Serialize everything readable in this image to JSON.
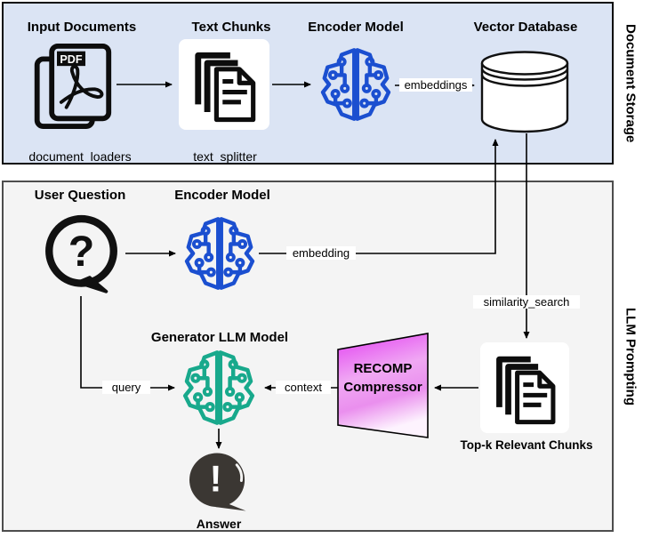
{
  "storage": {
    "side_label": "Document Storage",
    "input_documents": {
      "title": "Input Documents",
      "caption": "document_loaders",
      "pdf_badge": "PDF"
    },
    "text_chunks": {
      "title": "Text Chunks",
      "caption": "text_splitter"
    },
    "encoder": {
      "title": "Encoder Model"
    },
    "vector_db": {
      "title": "Vector Database"
    },
    "edge_embeddings": "embeddings"
  },
  "prompting": {
    "side_label": "LLM Prompting",
    "user_question": {
      "title": "User Question",
      "glyph": "?"
    },
    "encoder": {
      "title": "Encoder Model"
    },
    "generator": {
      "title": "Generator LLM Model"
    },
    "compressor": {
      "line1": "RECOMP",
      "line2": "Compressor"
    },
    "top_k": {
      "title": "Top-k Relevant Chunks"
    },
    "answer": {
      "title": "Answer",
      "glyph": "!"
    },
    "edge_embedding": "embedding",
    "edge_similarity": "similarity_search",
    "edge_query": "query",
    "edge_context": "context"
  },
  "colors": {
    "storage_bg": "#dbe4f4",
    "prompting_bg": "#f4f4f4",
    "encoder_blue": "#1b4fd0",
    "generator_teal": "#18a98c",
    "compressor_magenta": "#e23cf2",
    "answer_dark": "#3b3733"
  }
}
